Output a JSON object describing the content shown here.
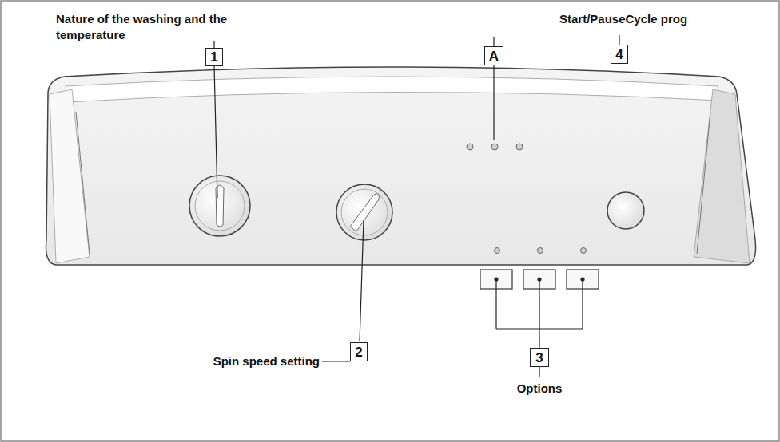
{
  "diagram": {
    "nodes": [
      {
        "text": [
          "1"
        ]
      },
      {
        "text": [
          "A"
        ]
      },
      {
        "text": [
          "4"
        ]
      },
      {
        "text": [
          "2"
        ]
      },
      {
        "text": [
          "3"
        ]
      }
    ],
    "labels": [
      "Nature of the washing and the temperature",
      "Start/PauseCycle prog",
      "Spin speed setting",
      "Options"
    ]
  }
}
